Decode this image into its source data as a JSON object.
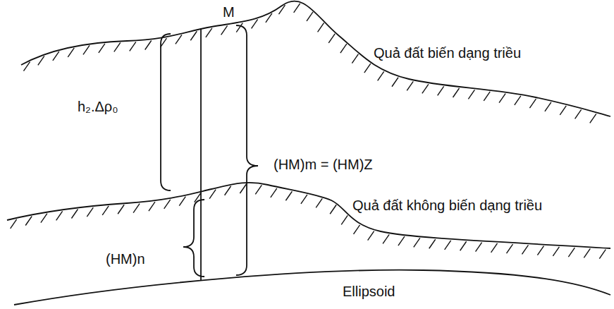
{
  "diagram": {
    "labels": [
      "M",
      "h₂.Δρ₀",
      "(HM)m = (HM)Z",
      "Quả đất biến dạng triều",
      "Quả đất không biến dạng triều",
      "(HM)n",
      "Ellipsoid"
    ]
  }
}
